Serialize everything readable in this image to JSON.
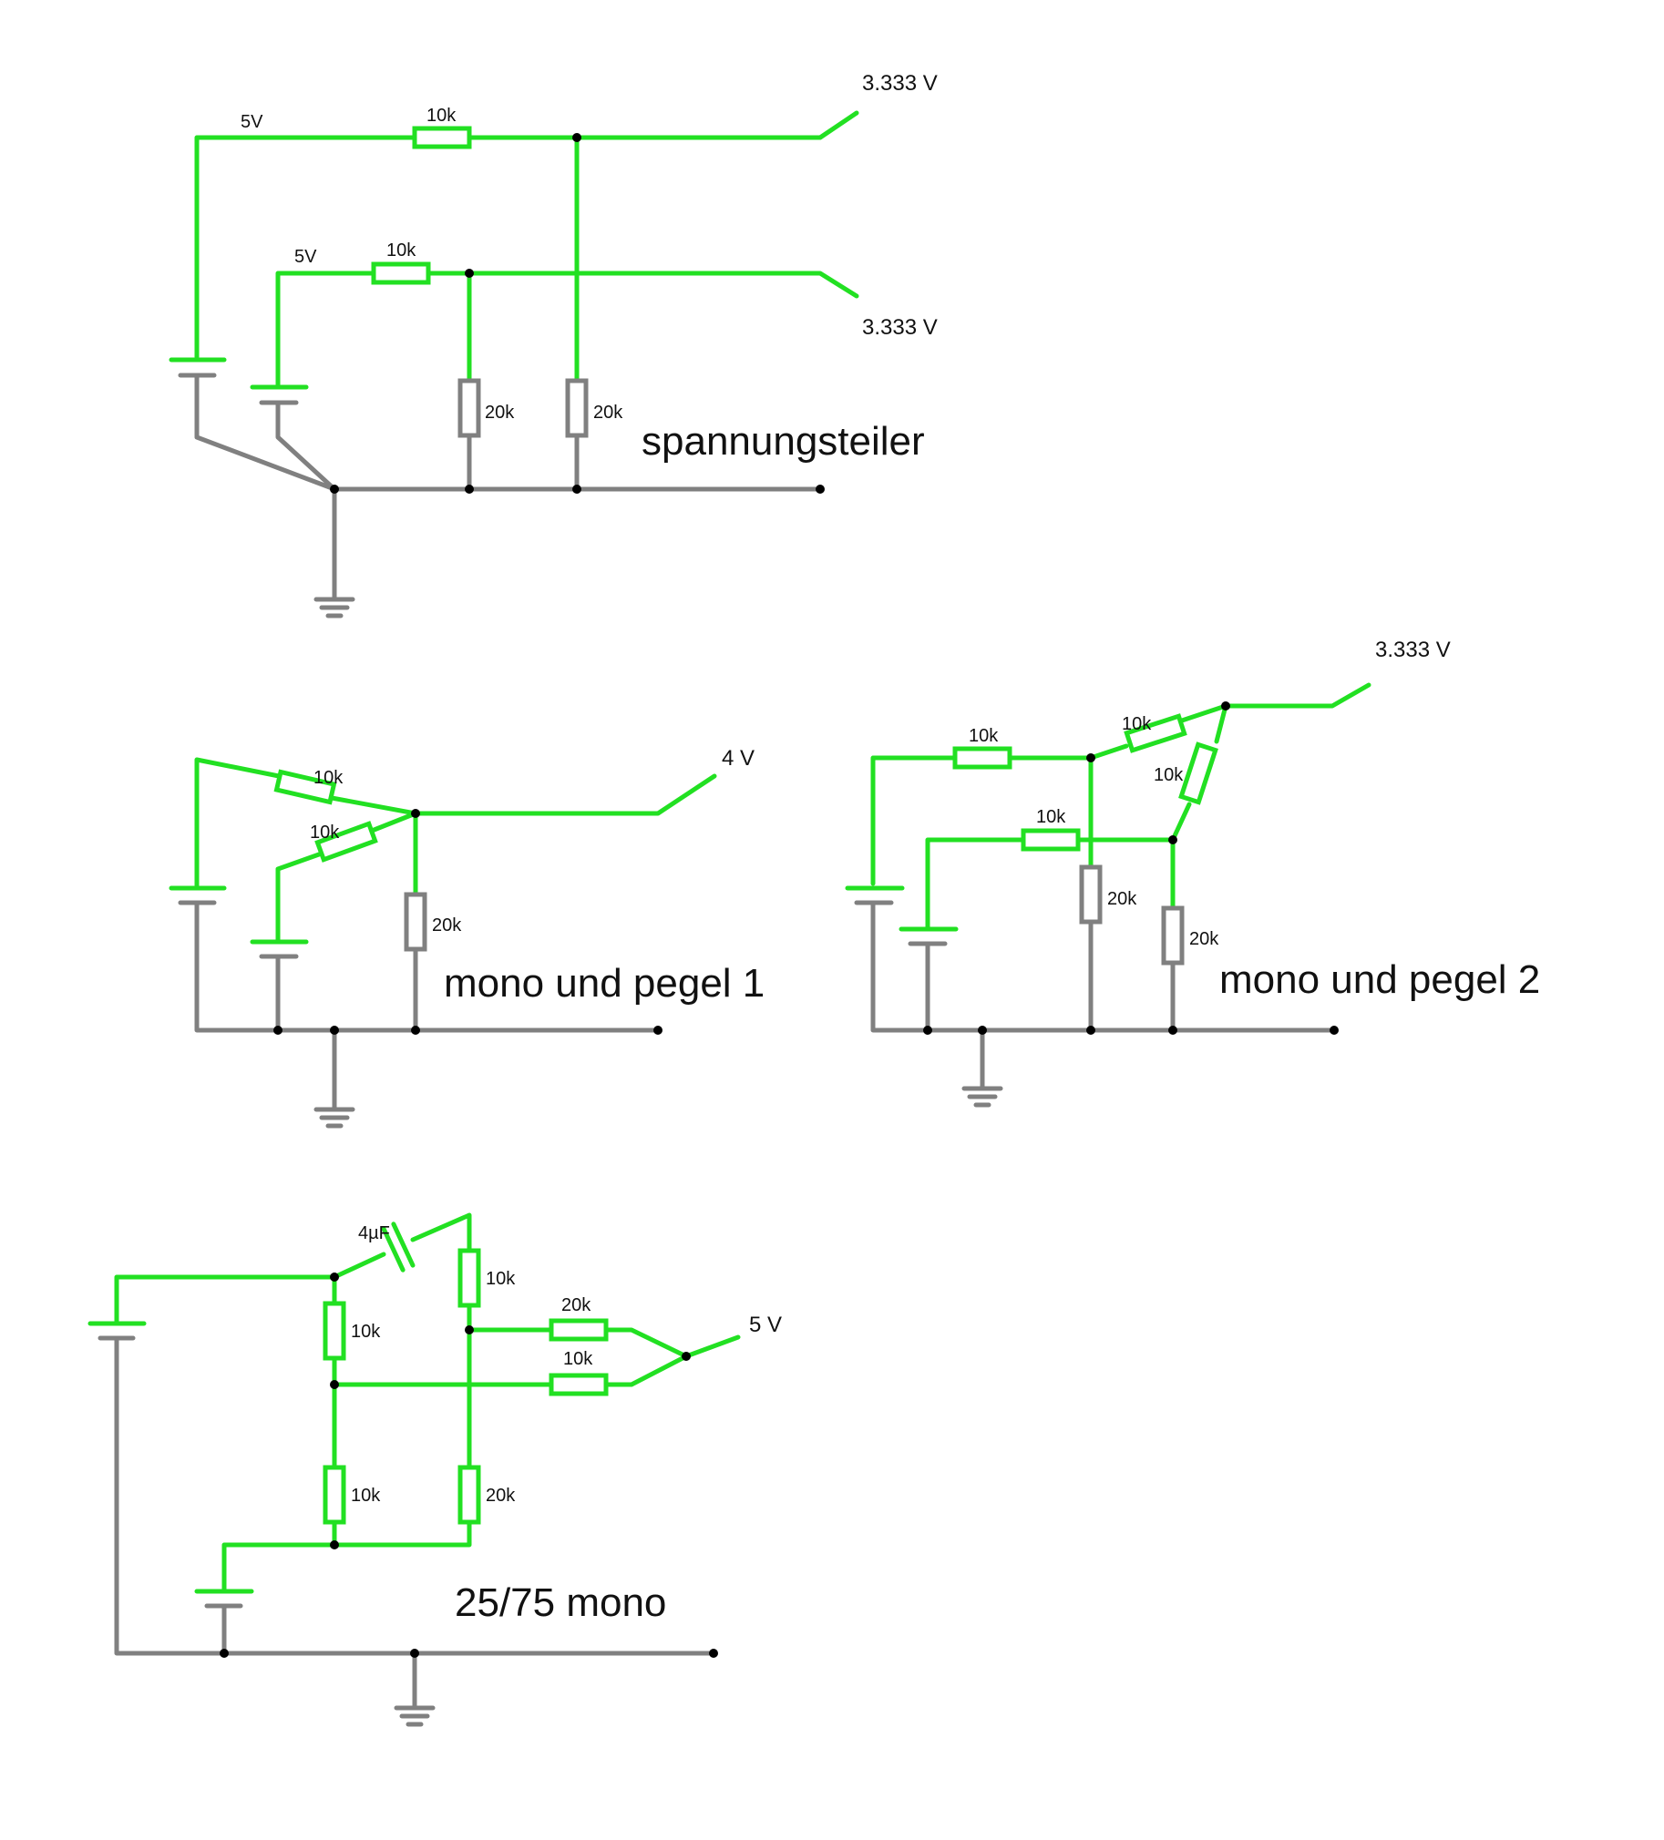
{
  "colors": {
    "live": "#22e022",
    "ground": "#808080",
    "node": "#000000",
    "background": "#ffffff"
  },
  "circuits": {
    "spannungsteiler": {
      "title": "spannungsteiler",
      "source1": "5V",
      "source2": "5V",
      "r_top1": "10k",
      "r_top2": "10k",
      "r_bot1": "20k",
      "r_bot2": "20k",
      "out1": "3.333 V",
      "out2": "3.333 V"
    },
    "mono_pegel_1": {
      "title": "mono und pegel 1",
      "r1": "10k",
      "r2": "10k",
      "r3": "20k",
      "out": "4 V"
    },
    "mono_pegel_2": {
      "title": "mono und pegel 2",
      "r1": "10k",
      "r2": "10k",
      "r3": "10k",
      "r4": "10k",
      "r5": "20k",
      "r6": "20k",
      "out": "3.333 V"
    },
    "mono_25_75": {
      "title": "25/75 mono",
      "cap": "4µF",
      "r_left_top": "10k",
      "r_left_bot": "10k",
      "r_mid_top": "10k",
      "r_mid_bot": "20k",
      "r_out_top": "20k",
      "r_out_bot": "10k",
      "out": "5 V"
    }
  }
}
